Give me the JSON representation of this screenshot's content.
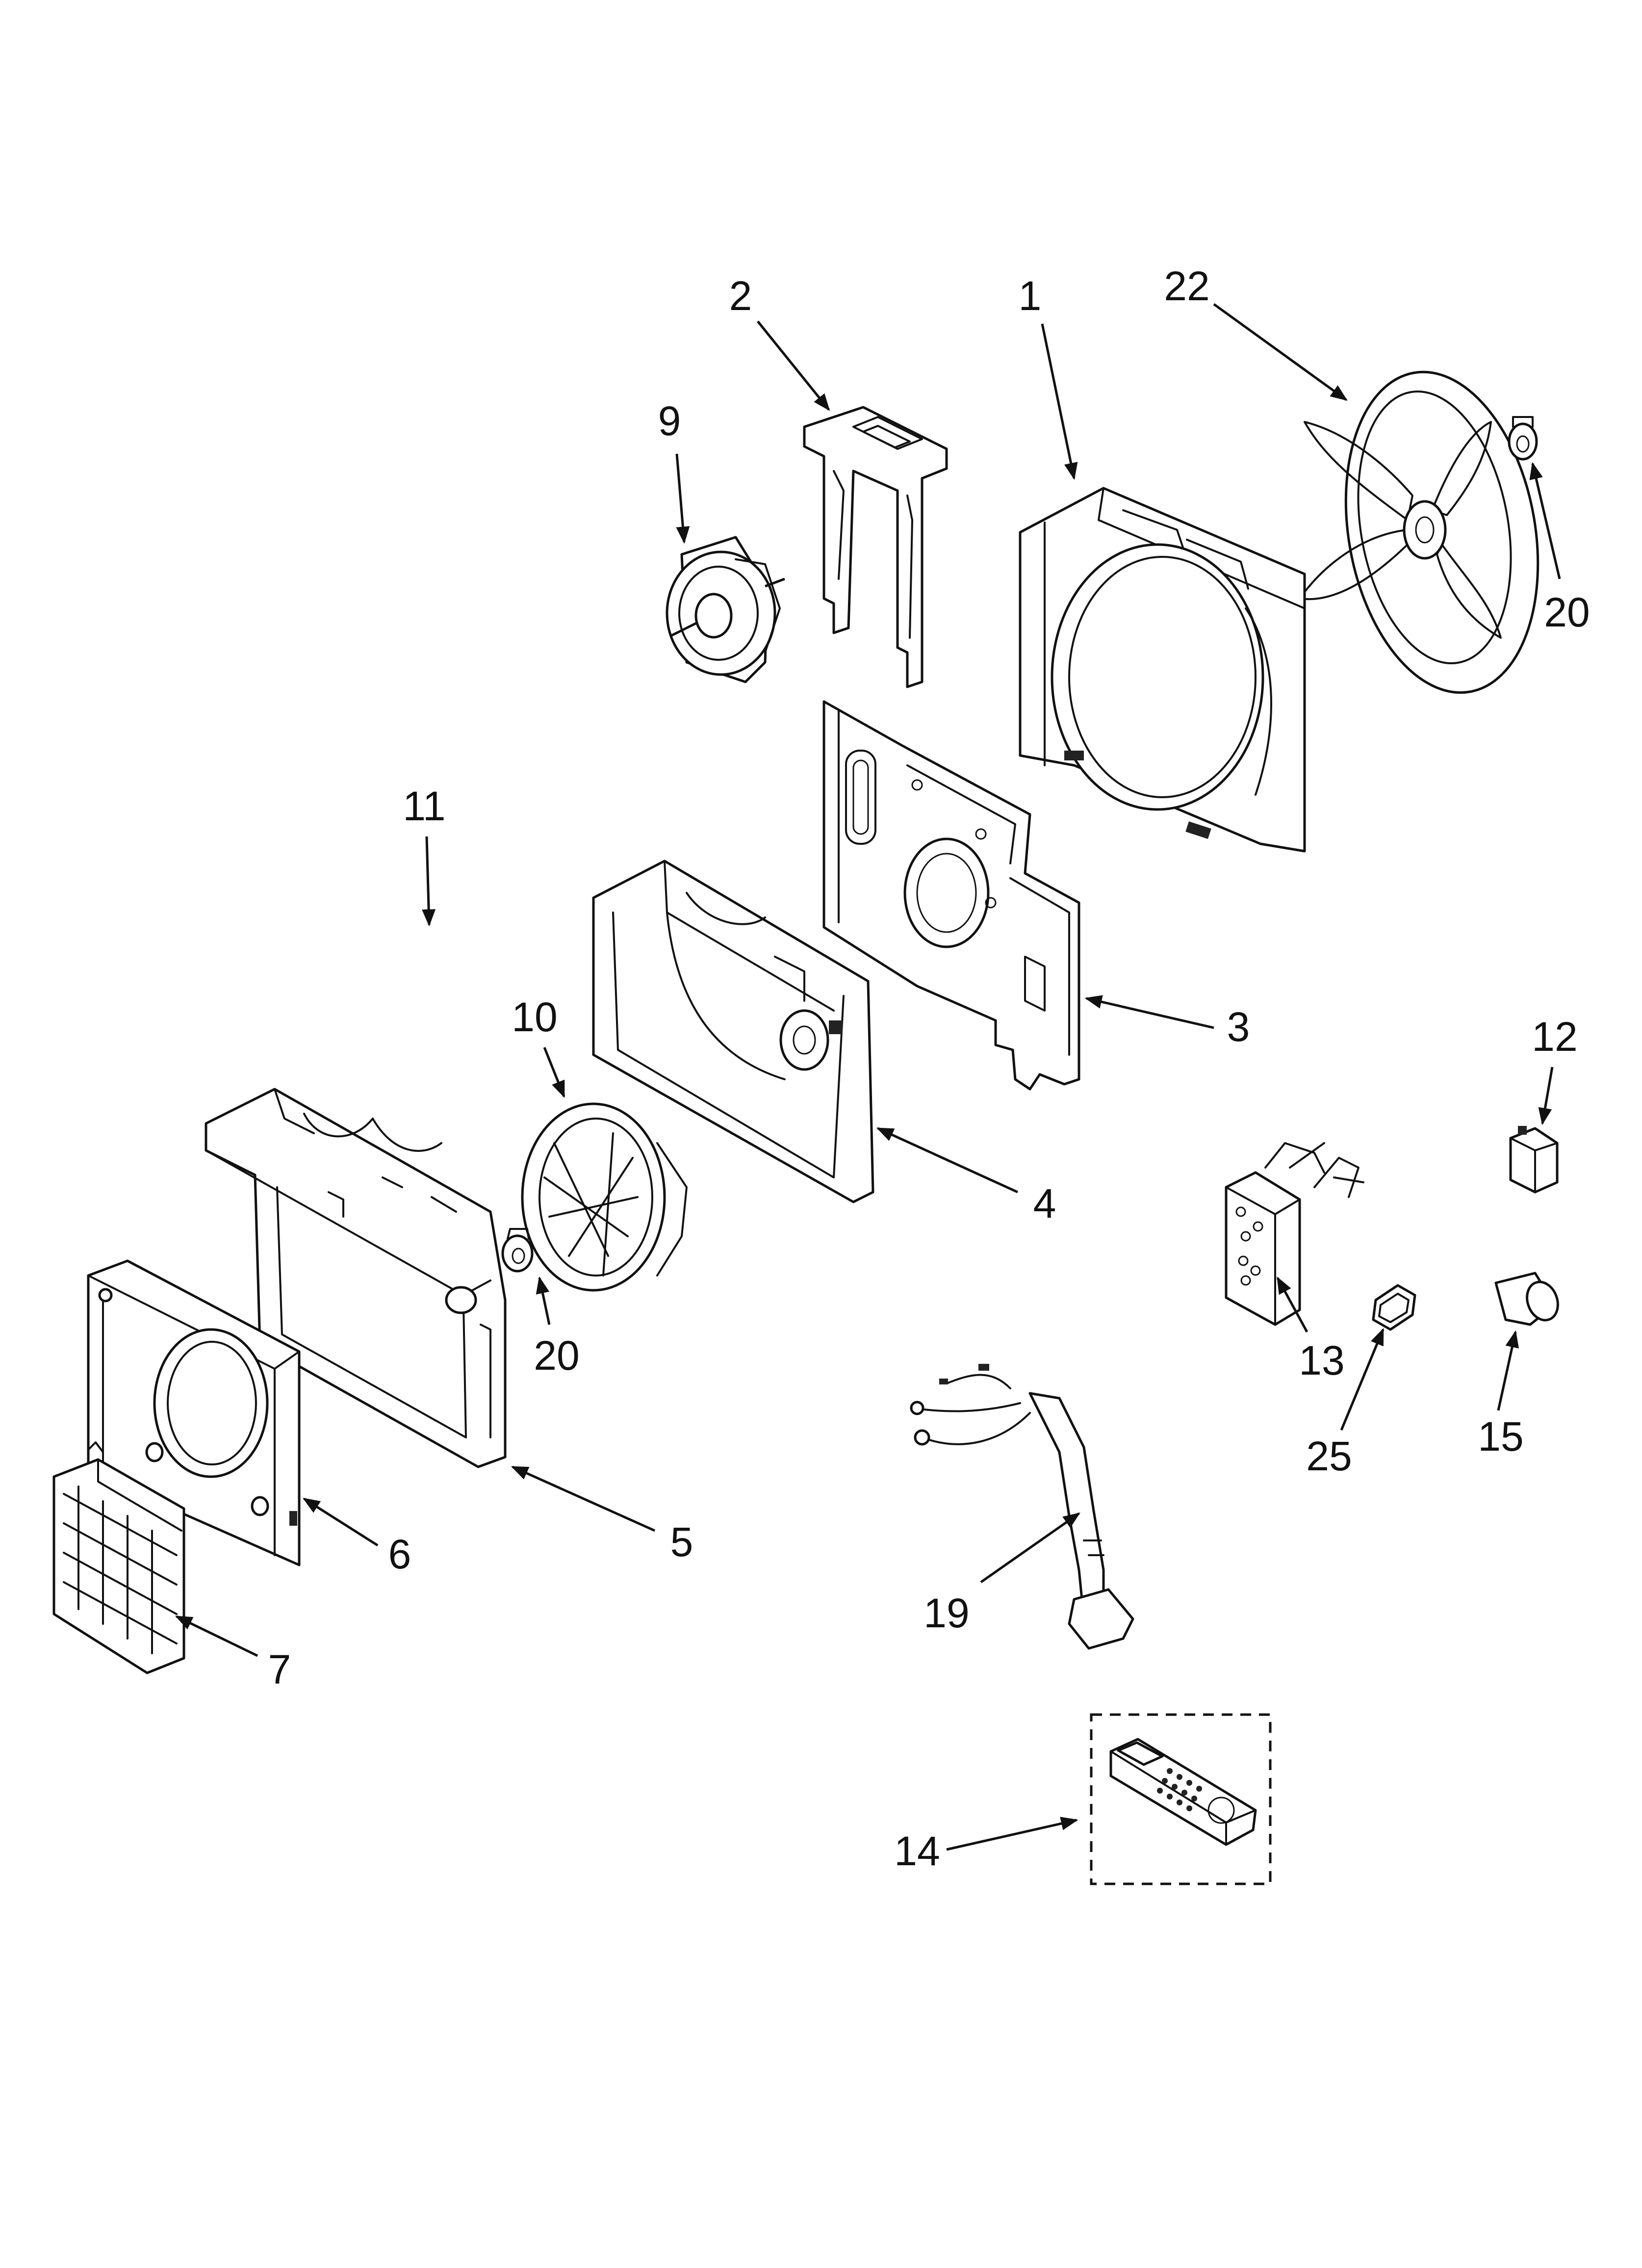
{
  "diagram": {
    "callouts": [
      {
        "id": "1",
        "label": "1"
      },
      {
        "id": "2",
        "label": "2"
      },
      {
        "id": "3",
        "label": "3"
      },
      {
        "id": "4",
        "label": "4"
      },
      {
        "id": "5",
        "label": "5"
      },
      {
        "id": "6",
        "label": "6"
      },
      {
        "id": "7",
        "label": "7"
      },
      {
        "id": "9",
        "label": "9"
      },
      {
        "id": "10",
        "label": "10"
      },
      {
        "id": "11",
        "label": "11"
      },
      {
        "id": "12",
        "label": "12"
      },
      {
        "id": "13",
        "label": "13"
      },
      {
        "id": "14",
        "label": "14"
      },
      {
        "id": "15",
        "label": "15"
      },
      {
        "id": "19",
        "label": "19"
      },
      {
        "id": "20a",
        "label": "20"
      },
      {
        "id": "20b",
        "label": "20"
      },
      {
        "id": "22",
        "label": "22"
      },
      {
        "id": "25",
        "label": "25"
      }
    ],
    "colors": {
      "line": "#111111",
      "background": "#ffffff"
    }
  }
}
